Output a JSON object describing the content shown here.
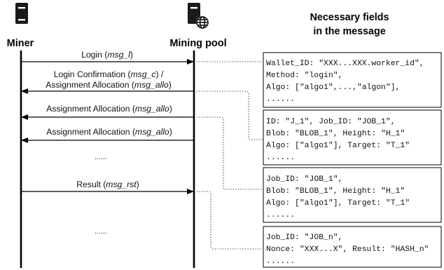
{
  "actors": {
    "miner": "Miner",
    "pool": "Mining pool"
  },
  "heading": {
    "line1": "Necessary fields",
    "line2": "in the message"
  },
  "messages": {
    "login": {
      "text": "Login (",
      "var": "msg_l",
      "close": ")"
    },
    "confirm_line1": {
      "text": "Login Confirmation (",
      "var": "msg_c",
      "close": ") /"
    },
    "confirm_line2": {
      "text": "Assignment  Allocation (",
      "var": "msg_allo",
      "close": ")"
    },
    "alloc_a": {
      "text": "Assignment Allocation (",
      "var": "msg_allo",
      "close": ")"
    },
    "alloc_b": {
      "text": "Assignment Allocation (",
      "var": "msg_allo",
      "close": ")"
    },
    "dots_mid": "......",
    "result": {
      "text": "Result (",
      "var": "msg_rst",
      "close": ")"
    },
    "dots_bottom": "......"
  },
  "boxes": [
    [
      "Wallet_ID: \"XXX...XXX.worker_id\",",
      "Method: \"login\",",
      "Algo: [\"algo1\",...,\"algon\"],",
      "......"
    ],
    [
      "ID: \"J_1\", Job_ID: \"JOB_1\",",
      "Blob: \"BLOB_1\", Height: \"H_1\"",
      "Algo: [\"algo1\"], Target: \"T_1\"",
      "......"
    ],
    [
      "Job_ID: \"JOB_1\",",
      "Blob: \"BLOB_1\", Height: \"H_1\"",
      "Algo: [\"algo1\"], Target: \"T_1\"",
      "......"
    ],
    [
      "Job_ID: \"JOB_n\",",
      "Nonce: \"XXX...X\", Result: \"HASH_n\"",
      "......"
    ]
  ],
  "icons": {
    "miner": "server-icon",
    "pool": "server-globe-icon"
  }
}
